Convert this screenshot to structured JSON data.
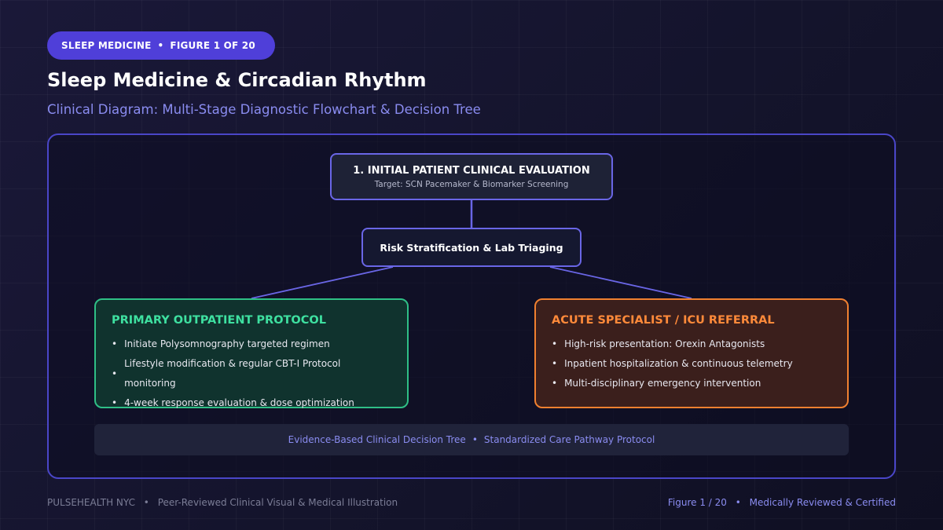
{
  "badge": {
    "category": "SLEEP MEDICINE",
    "separator": "•",
    "figure": "FIGURE 1 OF 20"
  },
  "header": {
    "title": "Sleep Medicine & Circadian Rhythm",
    "subtitle": "Clinical Diagram: Multi-Stage Diagnostic Flowchart & Decision Tree"
  },
  "flowchart": {
    "evaluation": {
      "title": "1. INITIAL PATIENT CLINICAL EVALUATION",
      "subtitle": "Target: SCN Pacemaker & Biomarker Screening"
    },
    "triage": {
      "title": "Risk Stratification & Lab Triaging"
    },
    "primary": {
      "title": "PRIMARY OUTPATIENT PROTOCOL",
      "items": [
        "Initiate Polysomnography targeted regimen",
        "Lifestyle modification & regular CBT-I Protocol monitoring",
        "4-week response evaluation & dose optimization"
      ]
    },
    "acute": {
      "title": "ACUTE SPECIALIST / ICU REFERRAL",
      "items": [
        "High-risk presentation: Orexin Antagonists",
        "Inpatient hospitalization & continuous telemetry",
        "Multi-disciplinary emergency intervention"
      ]
    },
    "bullet": "•",
    "footer": {
      "left": "Evidence-Based Clinical Decision Tree",
      "separator": "•",
      "right": "Standardized Care Pathway Protocol"
    }
  },
  "page_footer": {
    "left": {
      "brand": "PULSEHEALTH NYC",
      "separator": "•",
      "text": "Peer-Reviewed Clinical Visual & Medical Illustration"
    },
    "right": {
      "figure": "Figure 1 / 20",
      "separator": "•",
      "text": "Medically Reviewed & Certified"
    }
  },
  "colors": {
    "accent": "#4f3fd9",
    "primary_green": "#2fbf86",
    "acute_orange": "#f08030",
    "link_purple": "#8a8cf0"
  }
}
